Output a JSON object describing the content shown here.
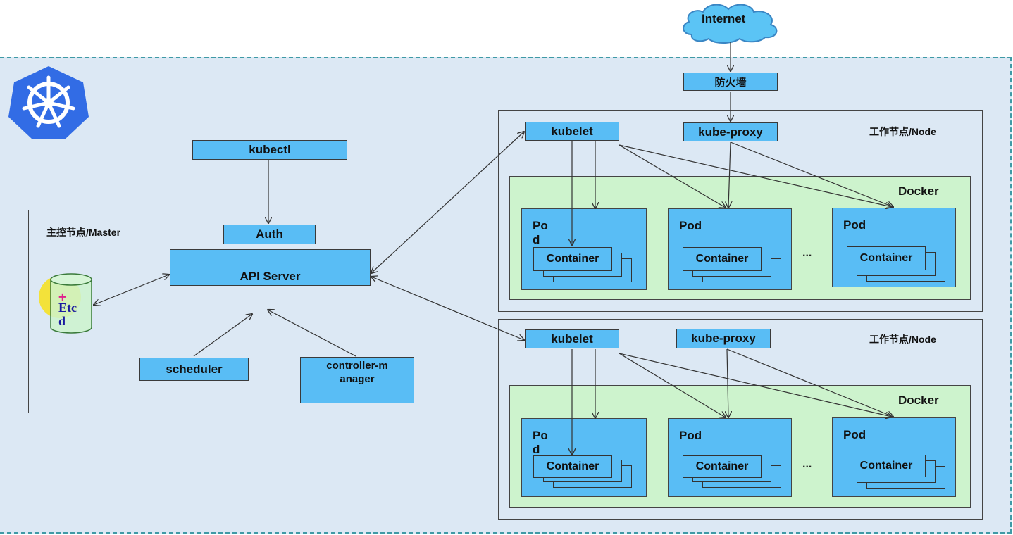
{
  "internet": {
    "label": "Internet"
  },
  "firewall": {
    "label": "防火墙"
  },
  "master": {
    "title": "主控节点/Master",
    "kubectl": "kubectl",
    "auth": "Auth",
    "api_server": "API Server",
    "etcd": "Etcd",
    "scheduler": "scheduler",
    "controller_manager": "controller-manager"
  },
  "nodes": [
    {
      "title": "工作节点/Node",
      "kubelet": "kubelet",
      "kube_proxy": "kube-proxy",
      "docker": "Docker",
      "pods": [
        {
          "label": "Pod",
          "container": "Container"
        },
        {
          "label": "Pod",
          "container": "Container"
        },
        {
          "label": "Pod",
          "container": "Container"
        }
      ],
      "ellipsis": "..."
    },
    {
      "title": "工作节点/Node",
      "kubelet": "kubelet",
      "kube_proxy": "kube-proxy",
      "docker": "Docker",
      "pods": [
        {
          "label": "Pod",
          "container": "Container"
        },
        {
          "label": "Pod",
          "container": "Container"
        },
        {
          "label": "Pod",
          "container": "Container"
        }
      ],
      "ellipsis": "..."
    }
  ],
  "colors": {
    "component": "#59bdf5",
    "docker_bg": "#cdf3cd",
    "region_bg": "#dce8f4",
    "cloud": "#5bc4f5",
    "logo": "#326ce5"
  },
  "icons": {
    "logo": "kubernetes-helm-icon",
    "cloud": "cloud-icon",
    "etcd": "database-cylinder-icon"
  }
}
